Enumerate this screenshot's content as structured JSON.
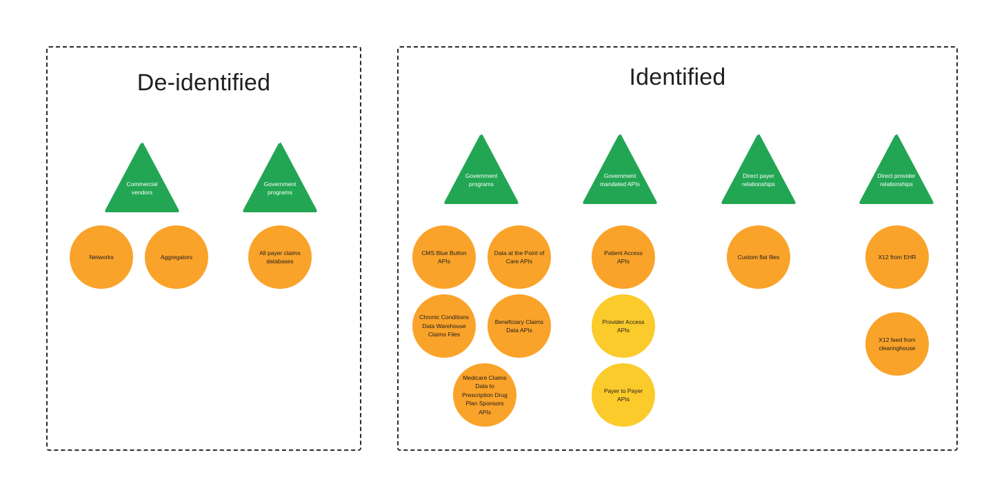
{
  "colors": {
    "triangle": "#22a653",
    "circle_primary": "#faa32a",
    "circle_secondary": "#fbcb2c",
    "border": "#2a2a2a"
  },
  "deidentified": {
    "title": "De-identified",
    "groups": [
      {
        "label": "Commercial vendors",
        "items": [
          "Networks",
          "Aggregators"
        ]
      },
      {
        "label": "Government programs",
        "items": [
          "All payer claims databases"
        ]
      }
    ]
  },
  "identified": {
    "title": "Identified",
    "groups": [
      {
        "label": "Government programs",
        "items": [
          "CMS Blue Button APIs",
          "Data at the Point of Care APIs",
          "Chronic Conditions Data Warehouse Claims Files",
          "Beneficiary Claims Data APIs",
          "Medicare Claims Data to Prescription Drug Plan Sponsors APIs"
        ]
      },
      {
        "label": "Government mandated APIs",
        "items": [
          "Patient Access APIs",
          "Provider Access APIs",
          "Payer to Payer APIs"
        ]
      },
      {
        "label": "Direct payer relationships",
        "items": [
          "Custom flat files"
        ]
      },
      {
        "label": "Direct provider relationships",
        "items": [
          "X12 from EHR",
          "X12 feed from clearinghouse"
        ]
      }
    ]
  }
}
